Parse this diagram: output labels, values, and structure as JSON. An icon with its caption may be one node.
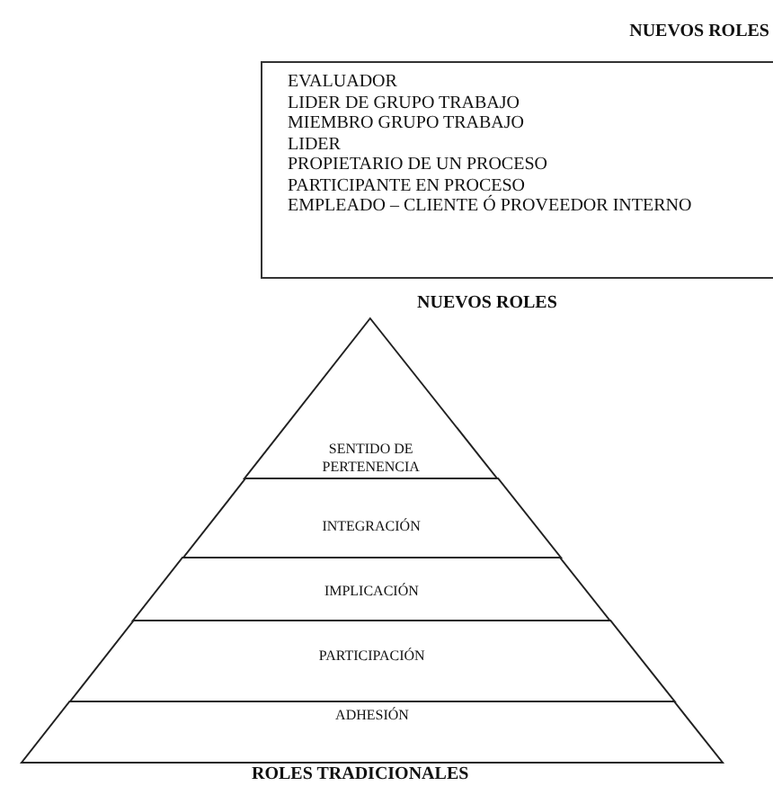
{
  "diagram": {
    "nodes": [
      {
        "text": [
          "NUEVOS ROLES",
          "EVALUADOR",
          "LIDER DE GRUPO TRABAJO",
          "MIEMBRO GRUPO TRABAJO",
          "LIDER",
          "PROPIETARIO DE UN PROCESO",
          "PARTICIPANTE EN PROCESO",
          "EMPLEADO – CLIENTE Ó PROVEEDOR INTERNO"
        ]
      },
      {
        "text": [
          "SENTIDO DE PERTENENCIA"
        ]
      },
      {
        "text": [
          "INTEGRACIÓN"
        ]
      },
      {
        "text": [
          "IMPLICACIÓN"
        ]
      },
      {
        "text": [
          "PARTICIPACIÓN"
        ]
      },
      {
        "text": [
          "ADHESIÓN"
        ]
      }
    ],
    "labels": [
      "NUEVOS ROLES",
      "ROLES TRADICIONALES"
    ]
  }
}
